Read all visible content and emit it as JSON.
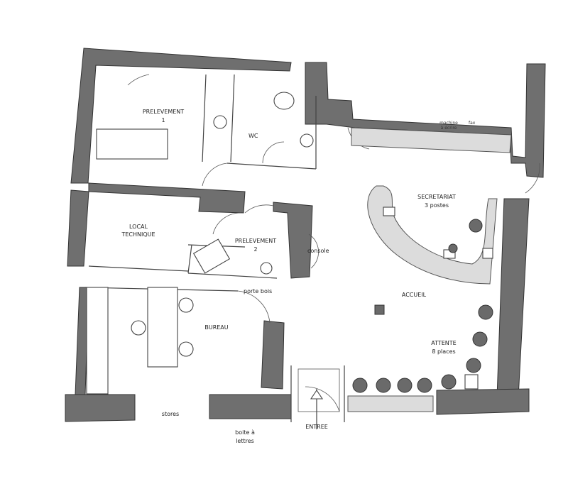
{
  "rooms": {
    "prelevement1": {
      "name": "PRELEVEMENT",
      "number": "1"
    },
    "wc": "WC",
    "local_technique": {
      "line1": "LOCAL",
      "line2": "TECHNIQUE"
    },
    "prelevement2": {
      "name": "PRELEVEMENT",
      "number": "2"
    },
    "console": "console",
    "secretariat": {
      "name": "SECRETARIAT",
      "detail": "3 postes"
    },
    "accueil": "ACCUEIL",
    "porte_bois": "porte bois",
    "bureau": "BUREAU",
    "attente": {
      "name": "ATTENTE",
      "detail": "8 places"
    },
    "stores": "stores",
    "entree": "ENTREE",
    "boite_lettres": {
      "line1": "boite à",
      "line2": "lettres"
    },
    "machine": {
      "line1": "machine",
      "line2": "à écrire",
      "fax": "fax"
    }
  }
}
